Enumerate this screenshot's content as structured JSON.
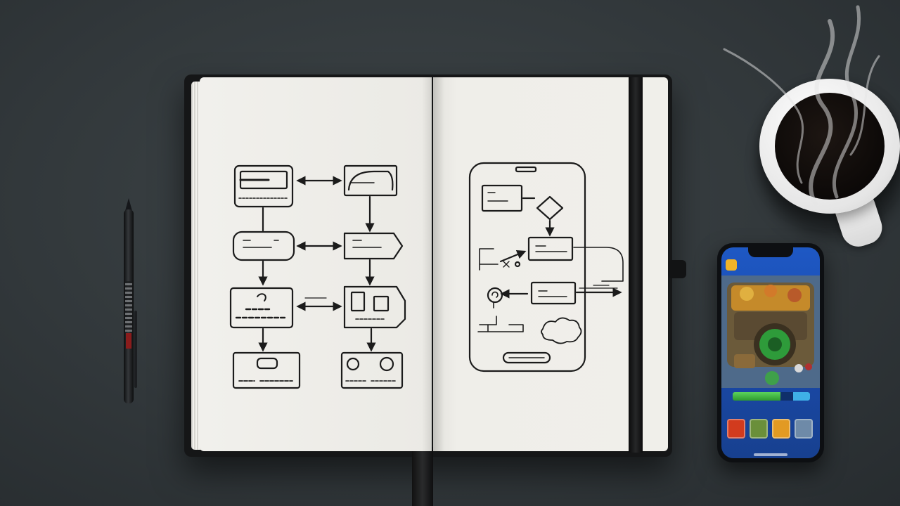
{
  "scene": {
    "background_color": "#32383b",
    "objects": [
      "pen",
      "open-notebook",
      "coffee-cup",
      "smartphone"
    ]
  },
  "notebook": {
    "left_page": {
      "sketch": "app-flow-diagram",
      "boxes": 8
    },
    "right_page": {
      "sketch": "mobile-screen-wireframe"
    }
  },
  "phone": {
    "app_title": "",
    "accent_color": "#1e58c4",
    "progress": 0.62,
    "tiles": [
      "#d23b1e",
      "#6a8f3a",
      "#e29a23",
      "#6e8aa8"
    ]
  }
}
